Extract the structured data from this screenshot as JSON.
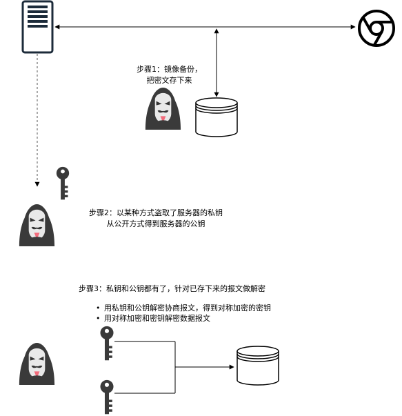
{
  "step1": {
    "line1": "步骤1：镜像备份，",
    "line2": "把密文存下来"
  },
  "step2": {
    "line1": "步骤2：以某种方式盗取了服务器的私钥",
    "line2": "从公开方式得到服务器的公钥"
  },
  "step3": {
    "title": "步骤3：私钥和公钥都有了，针对已存下来的报文做解密",
    "bullets": [
      "用私钥和公钥解密协商报文，得到对称加密的密钥",
      "用对称加密和密钥解密数据报文"
    ]
  },
  "icons": {
    "server": "server-icon",
    "browser": "chrome-browser-icon",
    "hacker": "hacker-icon",
    "key": "key-icon",
    "database": "database-icon"
  }
}
